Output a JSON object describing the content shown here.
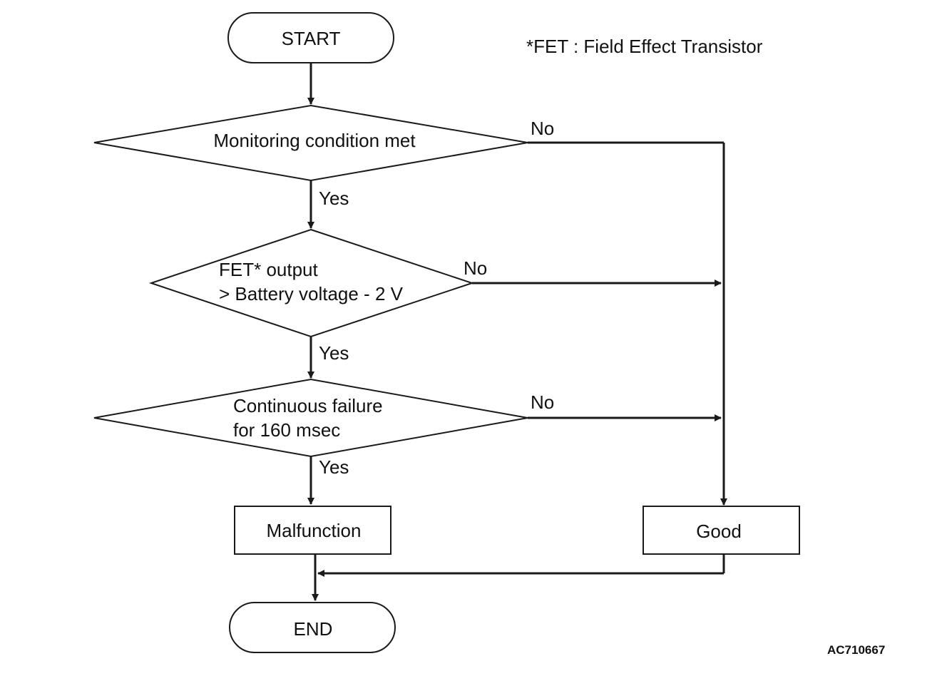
{
  "nodes": {
    "start": "START",
    "decision1": "Monitoring condition met",
    "decision2_line1": "FET* output",
    "decision2_line2": "> Battery voltage - 2 V",
    "decision3_line1": "Continuous failure",
    "decision3_line2": "for 160 msec",
    "malfunction": "Malfunction",
    "good": "Good",
    "end": "END"
  },
  "edges": {
    "d1_yes": "Yes",
    "d1_no": "No",
    "d2_yes": "Yes",
    "d2_no": "No",
    "d3_yes": "Yes",
    "d3_no": "No"
  },
  "footnote": "*FET : Field Effect Transistor",
  "figure_code": "AC710667"
}
